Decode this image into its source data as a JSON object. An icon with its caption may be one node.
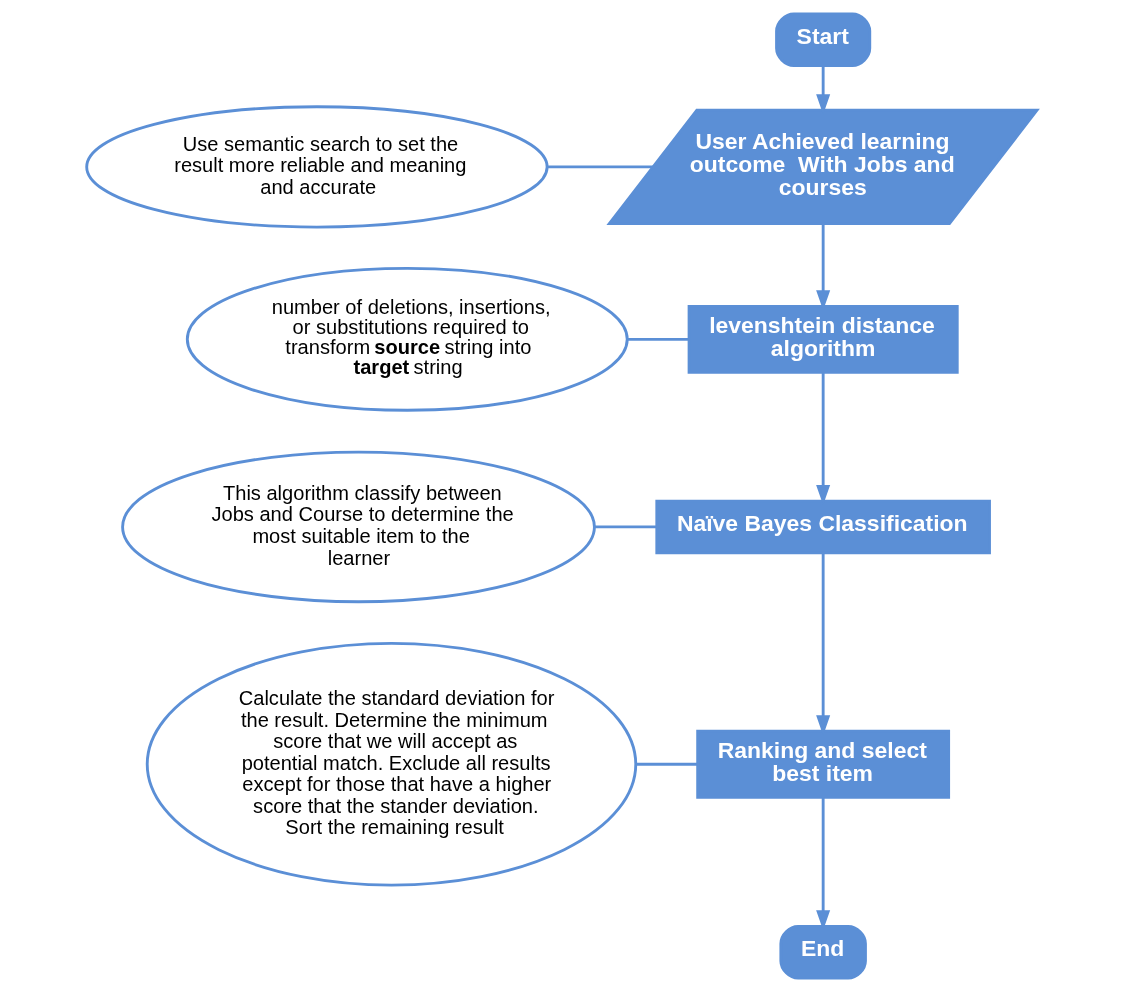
{
  "diagram": {
    "nodes": [
      {
        "text": [
          "Start"
        ]
      },
      {
        "text": [
          "User Achieved learning outcome  With Jobs and courses"
        ]
      },
      {
        "text": [
          "levenshtein distance algorithm"
        ]
      },
      {
        "text": [
          "Naïve Bayes Classification"
        ]
      },
      {
        "text": [
          "Ranking and select best item"
        ]
      },
      {
        "text": [
          "End"
        ]
      },
      {
        "text": [
          "Use semantic search to set the result more reliable and meaning and accurate"
        ]
      },
      {
        "text": [
          "number of deletions, insertions, or substitutions required to transform **source** string into **target** string"
        ]
      },
      {
        "text": [
          "This algorithm classify between Jobs and Course to determine the most suitable item to the learner"
        ]
      },
      {
        "text": [
          "Calculate the standard deviation for the result. Determine the minimum score that we will accept as potential match. Exclude all results except for those that have a higher score that the stander deviation. Sort the remaining result"
        ]
      }
    ],
    "edges": [
      {
        "from": 0,
        "to": 1,
        "arrow": "to"
      },
      {
        "from": 1,
        "to": 2,
        "arrow": "to"
      },
      {
        "from": 2,
        "to": 3,
        "arrow": "to"
      },
      {
        "from": 3,
        "to": 4,
        "arrow": "to"
      },
      {
        "from": 4,
        "to": 5,
        "arrow": "to"
      },
      {
        "from": 6,
        "to": 1,
        "arrow": "none"
      },
      {
        "from": 7,
        "to": 2,
        "arrow": "none"
      },
      {
        "from": 8,
        "to": 3,
        "arrow": "none"
      },
      {
        "from": 9,
        "to": 4,
        "arrow": "none"
      }
    ]
  }
}
